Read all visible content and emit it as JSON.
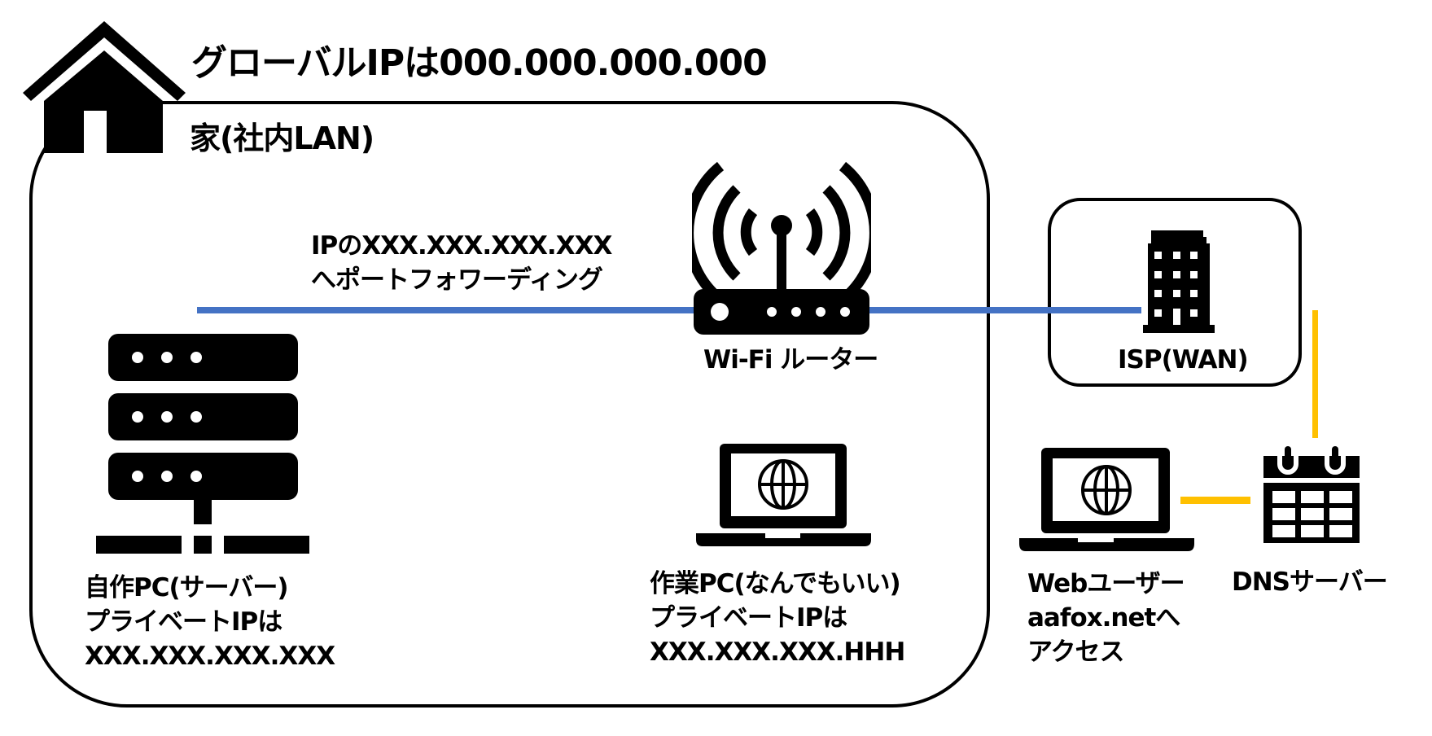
{
  "header": {
    "title": "グローバルIPは000.000.000.000",
    "lan_label": "家(社内LAN)"
  },
  "link_label": {
    "line1": "IPのXXX.XXX.XXX.XXX",
    "line2": "へポートフォワーディング"
  },
  "nodes": {
    "server": {
      "icon": "server-icon",
      "lines": [
        "自作PC(サーバー)",
        "プライベートIPは",
        "XXX.XXX.XXX.XXX"
      ]
    },
    "router": {
      "icon": "wifi-router-icon",
      "label": "Wi-Fi ルーター"
    },
    "work_pc": {
      "icon": "laptop-globe-icon",
      "lines": [
        "作業PC(なんでもいい)",
        "プライベートIPは",
        "XXX.XXX.XXX.HHH"
      ]
    },
    "isp": {
      "icon": "building-icon",
      "label": "ISP(WAN)"
    },
    "web_user": {
      "icon": "laptop-globe-icon",
      "lines": [
        "Webユーザー",
        "aafox.netへ",
        "アクセス"
      ]
    },
    "dns": {
      "icon": "calendar-icon",
      "label": "DNSサーバー"
    }
  },
  "colors": {
    "lan_link": "#4472c4",
    "dns_link": "#ffc000",
    "stroke": "#000000"
  }
}
